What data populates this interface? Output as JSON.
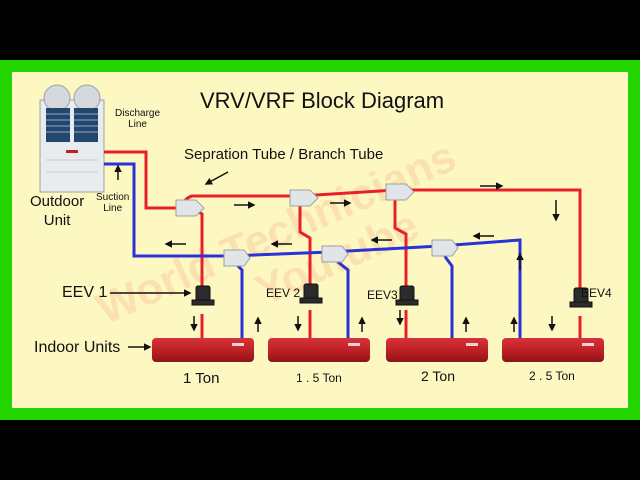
{
  "diagram": {
    "title": "VRV/VRF Block Diagram",
    "branch_tube_label": "Sepration Tube / Branch Tube",
    "discharge_line_label": "Discharge\nLine",
    "suction_line_label": "Suction\nLine",
    "outdoor_unit_label": "Outdoor\nUnit",
    "indoor_units_label": "Indoor Units",
    "eev_labels": [
      "EEV 1",
      "EEV 2",
      "EEV3",
      "EEV4"
    ],
    "capacities": [
      "1 Ton",
      "1 . 5 Ton",
      "2 Ton",
      "2 . 5 Ton"
    ],
    "watermark": [
      "World Technicians",
      "Youtube"
    ],
    "colors": {
      "discharge_line": "#e8202a",
      "suction_line": "#2a32d8",
      "border": "#22d400",
      "background": "#fdf7c2",
      "indoor_unit": "#b81e22"
    }
  }
}
